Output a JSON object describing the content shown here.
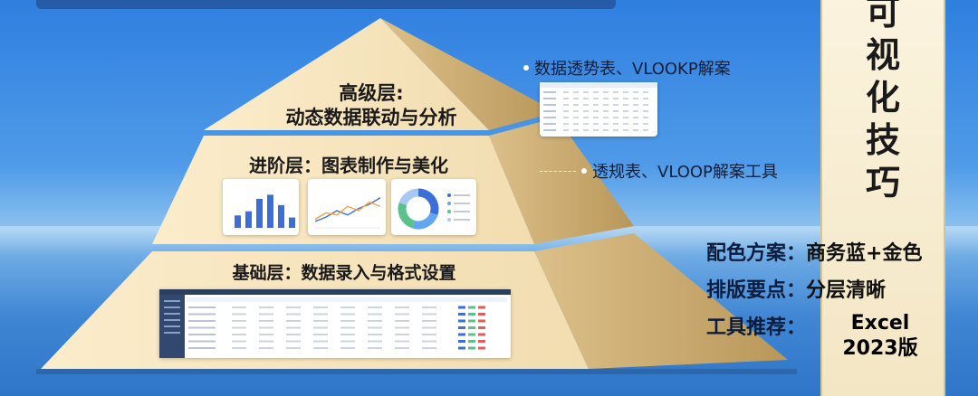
{
  "pyramid": {
    "top": {
      "line1": "高级层:",
      "line2": "动态数据联动与分析"
    },
    "middle": {
      "title": "进阶层：图表制作与美化"
    },
    "bottom": {
      "title": "基础层：数据录入与格式设置"
    }
  },
  "annotations": {
    "top": "数据透势表、VLOOKP解案",
    "middle": "透规表、VLOOP解案工具"
  },
  "side_title": [
    "可",
    "视",
    "化",
    "技",
    "巧"
  ],
  "info": {
    "color_scheme_label": "配色方案：",
    "color_scheme_value": "商务蓝+金色",
    "layout_label": "排版要点：",
    "layout_value": "分层清晰",
    "tool_label": "工具推荐：",
    "tool_value_line1": "Excel",
    "tool_value_line2": "2023版"
  },
  "chart_data": [
    {
      "type": "bar",
      "values": [
        12,
        16,
        28,
        32,
        22,
        10
      ]
    },
    {
      "type": "line",
      "series": [
        {
          "values": [
            3,
            5,
            8,
            6,
            9,
            11,
            14
          ]
        },
        {
          "values": [
            4,
            7,
            6,
            10,
            8,
            12,
            10
          ]
        }
      ]
    },
    {
      "type": "pie",
      "values": [
        30,
        25,
        25,
        20
      ]
    }
  ],
  "colors": {
    "accent_blue": "#3a6fd8",
    "accent_orange": "#f2a23a",
    "accent_green": "#5bc08a",
    "gold": "#e7d4a3"
  }
}
